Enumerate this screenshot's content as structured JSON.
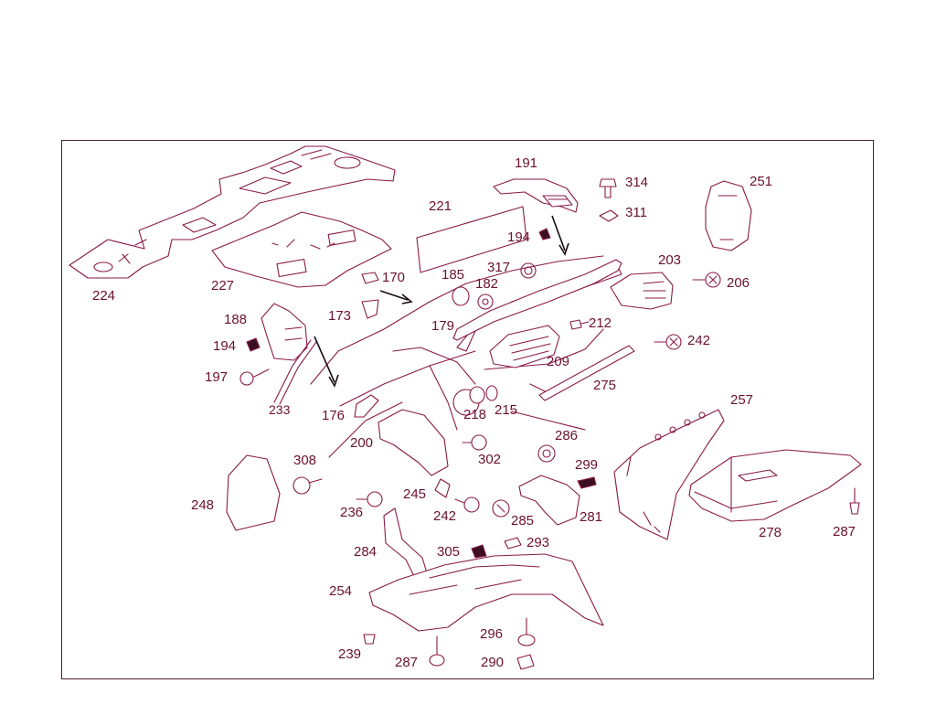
{
  "colors": {
    "line": "#8a1a45",
    "label": "#6b1030",
    "frame": "#4a2033"
  },
  "parts": [
    {
      "id": "224",
      "label": "224"
    },
    {
      "id": "227",
      "label": "227"
    },
    {
      "id": "191",
      "label": "191"
    },
    {
      "id": "314",
      "label": "314"
    },
    {
      "id": "311",
      "label": "311"
    },
    {
      "id": "251",
      "label": "251"
    },
    {
      "id": "221",
      "label": "221"
    },
    {
      "id": "194a",
      "label": "194"
    },
    {
      "id": "317",
      "label": "317"
    },
    {
      "id": "203",
      "label": "203"
    },
    {
      "id": "206",
      "label": "206"
    },
    {
      "id": "170",
      "label": "170"
    },
    {
      "id": "185",
      "label": "185"
    },
    {
      "id": "182",
      "label": "182"
    },
    {
      "id": "188",
      "label": "188"
    },
    {
      "id": "173",
      "label": "173"
    },
    {
      "id": "179",
      "label": "179"
    },
    {
      "id": "212",
      "label": "212"
    },
    {
      "id": "194b",
      "label": "194"
    },
    {
      "id": "242a",
      "label": "242"
    },
    {
      "id": "197",
      "label": "197"
    },
    {
      "id": "209",
      "label": "209"
    },
    {
      "id": "275",
      "label": "275"
    },
    {
      "id": "233",
      "label": "233"
    },
    {
      "id": "257",
      "label": "257"
    },
    {
      "id": "176",
      "label": "176"
    },
    {
      "id": "218",
      "label": "218"
    },
    {
      "id": "215",
      "label": "215"
    },
    {
      "id": "286",
      "label": "286"
    },
    {
      "id": "200",
      "label": "200"
    },
    {
      "id": "302",
      "label": "302"
    },
    {
      "id": "308",
      "label": "308"
    },
    {
      "id": "299",
      "label": "299"
    },
    {
      "id": "248",
      "label": "248"
    },
    {
      "id": "245",
      "label": "245"
    },
    {
      "id": "236",
      "label": "236"
    },
    {
      "id": "242b",
      "label": "242"
    },
    {
      "id": "285",
      "label": "285"
    },
    {
      "id": "281",
      "label": "281"
    },
    {
      "id": "278",
      "label": "278"
    },
    {
      "id": "287a",
      "label": "287"
    },
    {
      "id": "284",
      "label": "284"
    },
    {
      "id": "305",
      "label": "305"
    },
    {
      "id": "293",
      "label": "293"
    },
    {
      "id": "254",
      "label": "254"
    },
    {
      "id": "296",
      "label": "296"
    },
    {
      "id": "239",
      "label": "239"
    },
    {
      "id": "287b",
      "label": "287"
    },
    {
      "id": "290",
      "label": "290"
    }
  ]
}
